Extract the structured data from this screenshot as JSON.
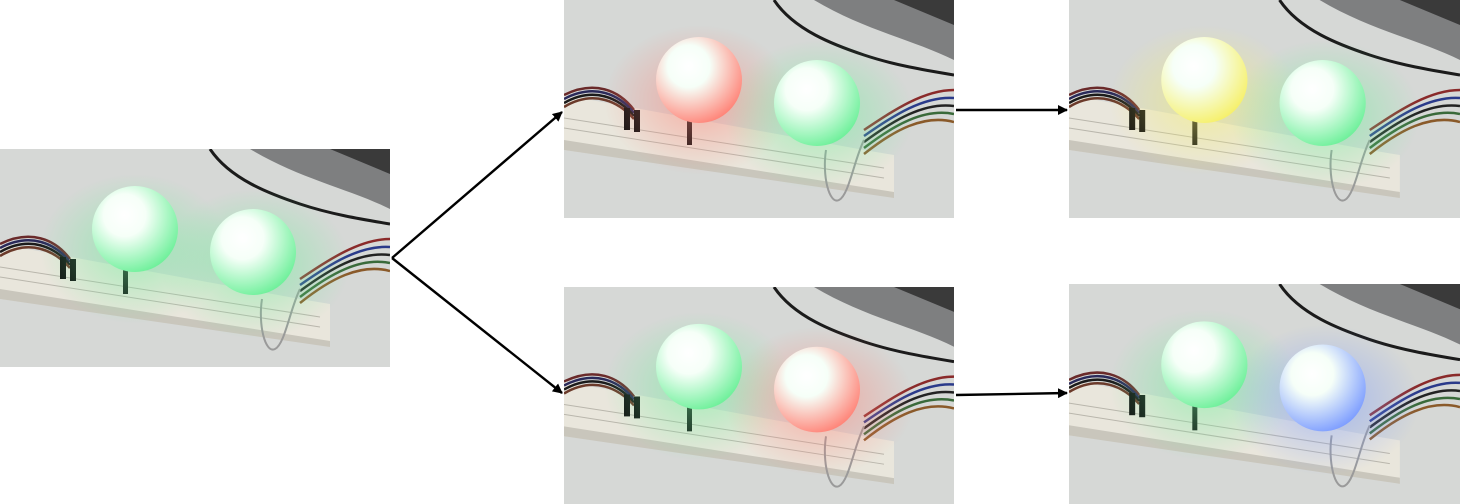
{
  "diagram": {
    "panels": [
      {
        "id": "start",
        "left_ball": "green",
        "right_ball": "green"
      },
      {
        "id": "top-middle",
        "left_ball": "red",
        "right_ball": "green"
      },
      {
        "id": "top-right",
        "left_ball": "yellow",
        "right_ball": "green"
      },
      {
        "id": "bottom-middle",
        "left_ball": "green",
        "right_ball": "red"
      },
      {
        "id": "bottom-right",
        "left_ball": "green",
        "right_ball": "blue"
      }
    ],
    "edges": [
      {
        "from": "start",
        "to": "top-middle"
      },
      {
        "from": "start",
        "to": "bottom-middle"
      },
      {
        "from": "top-middle",
        "to": "top-right"
      },
      {
        "from": "bottom-middle",
        "to": "bottom-right"
      }
    ]
  },
  "colors": {
    "green": "#6ef09a",
    "red": "#ff8478",
    "yellow": "#f6f06a",
    "blue": "#7d9dff",
    "arrow": "#000000"
  }
}
